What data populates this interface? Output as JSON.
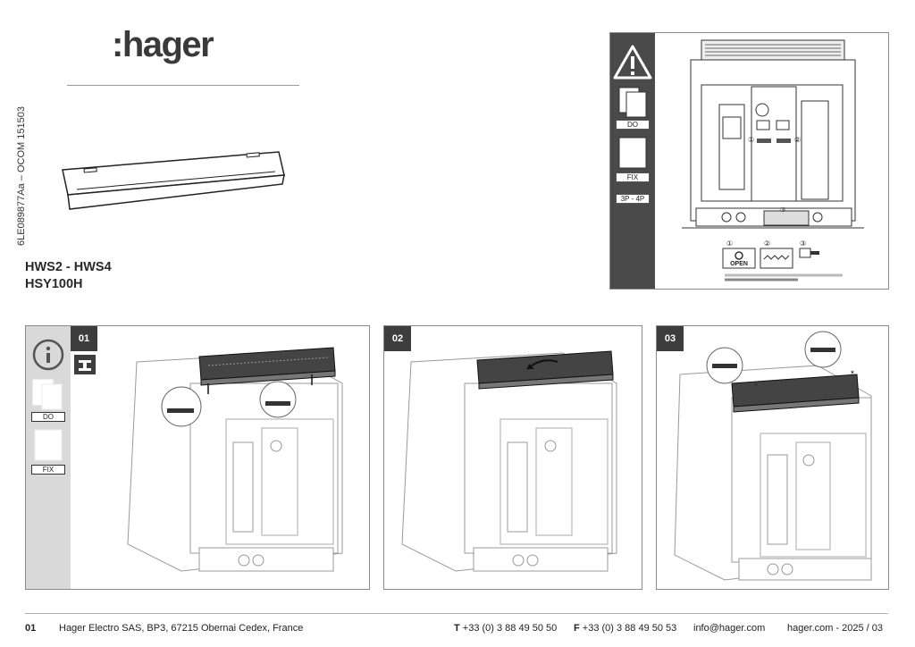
{
  "header": {
    "logo": ":hager",
    "doc_code": "6LE089877Aa – OCOM 151503",
    "models": [
      "HWS2 - HWS4",
      "HSY100H"
    ]
  },
  "warning_panel": {
    "tags": [
      "DO",
      "FIX",
      "3P - 4P"
    ],
    "callouts": [
      "①",
      "②",
      "③"
    ],
    "open_label": "OPEN",
    "legend_marks": [
      "①",
      "②",
      "③"
    ]
  },
  "steps": [
    {
      "num": "01",
      "tags": [
        "DO",
        "FIX"
      ]
    },
    {
      "num": "02"
    },
    {
      "num": "03"
    }
  ],
  "footer": {
    "page": "01",
    "address": "Hager Electro SAS, BP3, 67215 Obernai Cedex, France",
    "phone_prefix": "T",
    "phone": "+33 (0) 3 88 49 50 50",
    "fax_prefix": "F",
    "fax": "+33 (0) 3 88 49 50 53",
    "email": "info@hager.com",
    "site": "hager.com - 2025 / 03"
  },
  "colors": {
    "sidebar_dark": "#4a4a4a",
    "sidebar_light": "#d9d9d9",
    "border": "#8a8a8a"
  }
}
